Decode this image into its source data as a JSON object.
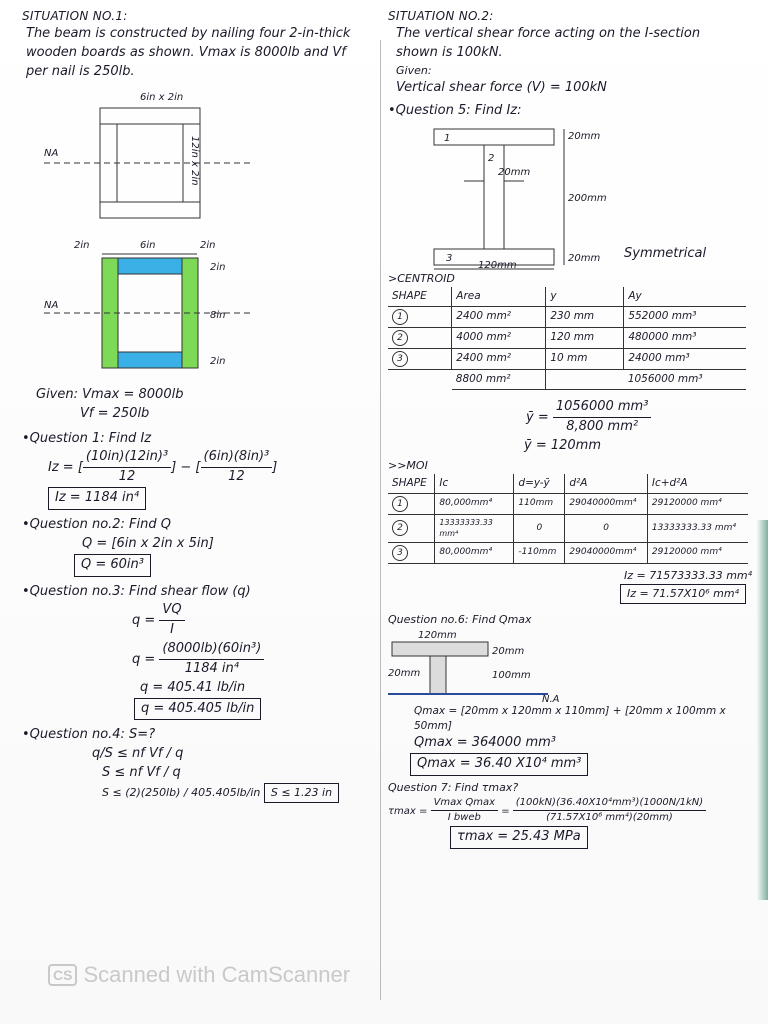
{
  "left": {
    "title": "SITUATION NO.1:",
    "intro": "The beam is constructed by nailing four 2-in-thick wooden boards as shown. Vmax is 8000lb and Vf per nail is 250lb.",
    "fig1": {
      "top_label": "6in x 2in",
      "na_label": "NA",
      "side_label": "12in x 2in"
    },
    "fig2": {
      "dim_left": "2in",
      "dim_mid": "6in",
      "dim_right": "2in",
      "dim_top_r": "2in",
      "na_label": "NA",
      "dim_8": "8in",
      "dim_bot_r": "2in"
    },
    "given_1": "Given: Vmax = 8000lb",
    "given_2": "Vf = 250lb",
    "q1_title": "Question 1: Find Iz",
    "q1_eq_a_num": "(10in)(12in)³",
    "q1_eq_a_den": "12",
    "q1_eq_b_num": "(6in)(8in)³",
    "q1_eq_b_den": "12",
    "q1_eq_prefix": "Iz =",
    "q1_ans": "Iz = 1184 in⁴",
    "q2_title": "Question no.2: Find Q",
    "q2_eq": "Q = [6in x 2in x 5in]",
    "q2_ans": "Q = 60in³",
    "q3_title": "Question no.3: Find shear flow (q)",
    "q3_eq1_prefix": "q =",
    "q3_eq1_num": "VQ",
    "q3_eq1_den": "I",
    "q3_eq2_prefix": "q =",
    "q3_eq2_num": "(8000lb)(60in³)",
    "q3_eq2_den": "1184 in⁴",
    "q3_eq3": "q = 405.41 lb/in",
    "q3_ans": "q = 405.405 lb/in",
    "q4_title": "Question no.4: S=?",
    "q4_eq1": "q/S ≤ nf Vf / q",
    "q4_eq2": "S ≤ nf Vf / q",
    "q4_eq3": "S ≤ (2)(250lb) / 405.405lb/in",
    "q4_ans": "S ≤ 1.23 in"
  },
  "right": {
    "title": "SITUATION NO.2:",
    "intro": "The vertical shear force acting on the I-section shown is 100kN.",
    "given_label": "Given:",
    "given_v": "Vertical shear force (V) = 100kN",
    "q5_title": "Question 5: Find Iz:",
    "fig": {
      "dim_top": "20mm",
      "web": "20mm",
      "height": "200mm",
      "dim_bot": "20mm",
      "width": "120mm",
      "p1": "1",
      "p2": "2",
      "p3": "3"
    },
    "symmetrical": "Symmetrical",
    "centroid_label": ">CENTROID",
    "centroid_headers": [
      "SHAPE",
      "Area",
      "y",
      "Ay"
    ],
    "centroid_rows": [
      {
        "shape": "1",
        "area": "2400 mm²",
        "y": "230 mm",
        "ay": "552000 mm³"
      },
      {
        "shape": "2",
        "area": "4000 mm²",
        "y": "120 mm",
        "ay": "480000 mm³"
      },
      {
        "shape": "3",
        "area": "2400 mm²",
        "y": "10 mm",
        "ay": "24000 mm³"
      }
    ],
    "centroid_total_area": "8800 mm²",
    "centroid_total_ay": "1056000 mm³",
    "ybar_eq_prefix": "ȳ =",
    "ybar_num": "1056000 mm³",
    "ybar_den": "8,800 mm²",
    "ybar_ans": "ȳ = 120mm",
    "moi_label": ">>MOI",
    "moi_headers": [
      "SHAPE",
      "Ic",
      "d=y-ȳ",
      "d²A",
      "Ic+d²A"
    ],
    "moi_rows": [
      {
        "shape": "1",
        "ic": "80,000mm⁴",
        "d": "110mm",
        "d2a": "29040000mm⁴",
        "sum": "29120000 mm⁴"
      },
      {
        "shape": "2",
        "ic": "13333333.33 mm⁴",
        "d": "0",
        "d2a": "0",
        "sum": "13333333.33 mm⁴"
      },
      {
        "shape": "3",
        "ic": "80,000mm⁴",
        "d": "-110mm",
        "d2a": "29040000mm⁴",
        "sum": "29120000 mm⁴"
      }
    ],
    "moi_total": "Iz = 71573333.33 mm⁴",
    "moi_ans": "Iz = 71.57X10⁶ mm⁴",
    "q6_title": "Question no.6: Find Qmax",
    "q6_fig": {
      "w": "120mm",
      "t": "20mm",
      "web": "20mm",
      "h": "100mm",
      "na": "N.A"
    },
    "q6_eq1": "Qmax = [20mm x 120mm x 110mm] + [20mm x 100mm x 50mm]",
    "q6_eq2": "Qmax = 364000 mm³",
    "q6_ans": "Qmax = 36.40 X10⁴ mm³",
    "q7_title": "Question 7: Find τmax?",
    "q7_prefix": "τmax =",
    "q7_num1": "Vmax Qmax",
    "q7_den1": "I bweb",
    "q7_num2": "(100kN)(36.40X10⁴mm³)(1000N/1kN)",
    "q7_den2": "(71.57X10⁶ mm⁴)(20mm)",
    "q7_ans": "τmax = 25.43 MPa"
  },
  "watermark": {
    "logo": "CS",
    "text": "Scanned with CamScanner"
  }
}
